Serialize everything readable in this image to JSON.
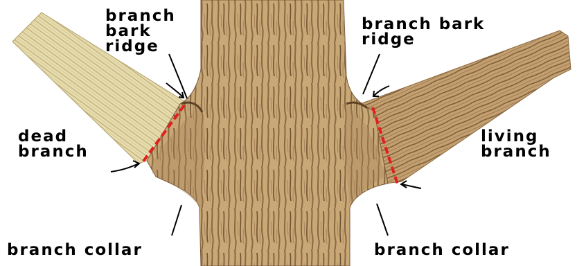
{
  "labels": {
    "left_ridge": "branch\nbark\nridge",
    "right_ridge": "branch bark\nridge",
    "dead_branch": "dead\nbranch",
    "living_branch": "living\nbranch",
    "collar_left": "branch collar",
    "collar_right": "branch collar"
  },
  "colors": {
    "background": "#ffffff",
    "bark_base": "#c9a878",
    "bark_dark": "#7a5a38",
    "dead_wood": "#e6dcae",
    "dead_wood_grain": "#b8a770",
    "cut_line": "#e0201e",
    "text": "#000000"
  }
}
